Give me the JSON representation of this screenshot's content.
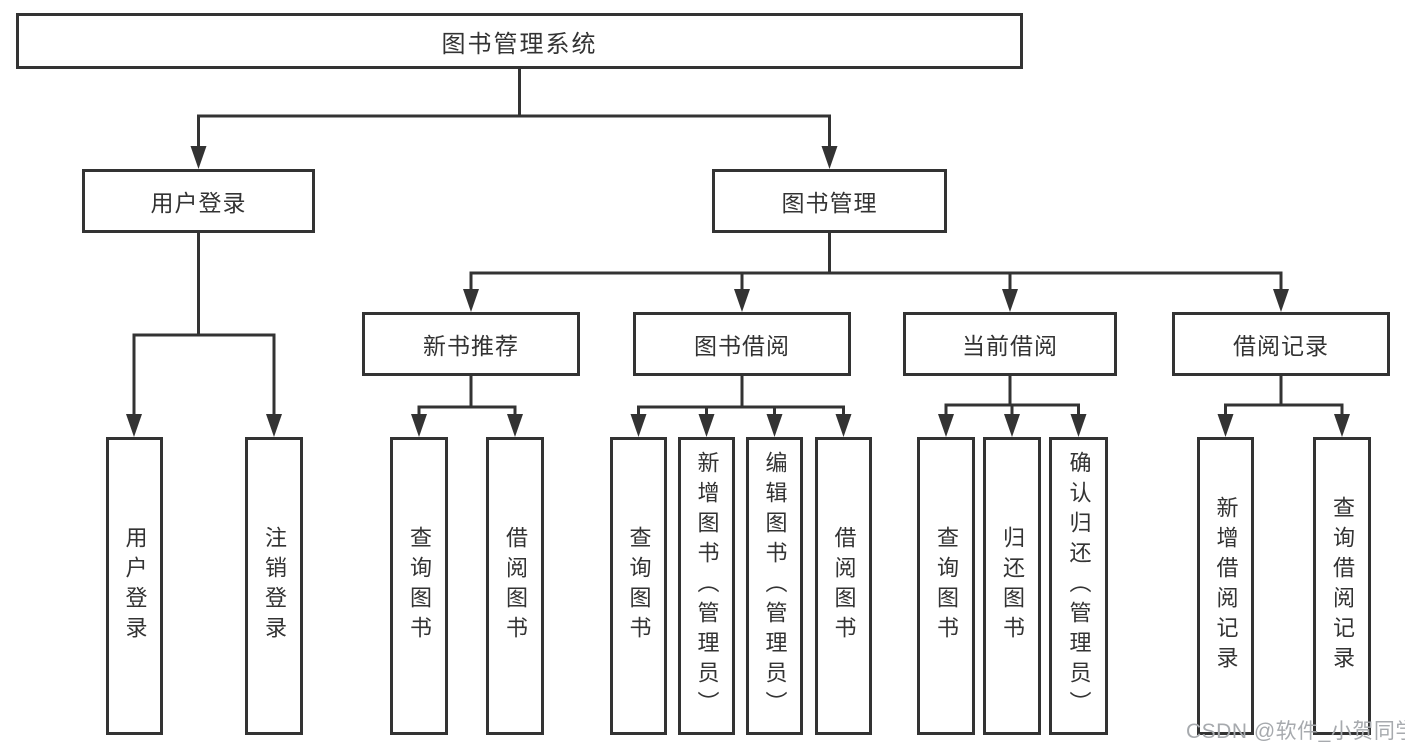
{
  "tree": {
    "label": "图书管理系统",
    "children": [
      {
        "label": "用户登录",
        "children": [
          {
            "label": "用户登录"
          },
          {
            "label": "注销登录"
          }
        ]
      },
      {
        "label": "图书管理",
        "children": [
          {
            "label": "新书推荐",
            "children": [
              {
                "label": "查询图书"
              },
              {
                "label": "借阅图书"
              }
            ]
          },
          {
            "label": "图书借阅",
            "children": [
              {
                "label": "查询图书"
              },
              {
                "label": "新增图书（管理员）"
              },
              {
                "label": "编辑图书（管理员）"
              },
              {
                "label": "借阅图书"
              }
            ]
          },
          {
            "label": "当前借阅",
            "children": [
              {
                "label": "查询图书"
              },
              {
                "label": "归还图书"
              },
              {
                "label": "确认归还（管理员）"
              }
            ]
          },
          {
            "label": "借阅记录",
            "children": [
              {
                "label": "新增借阅记录"
              },
              {
                "label": "查询借阅记录"
              }
            ]
          }
        ]
      }
    ]
  },
  "watermark": "CSDN @软件_小贺同学",
  "colors": {
    "line": "#333333",
    "text": "#333333",
    "background": "#ffffff",
    "watermark": "#a7aaae"
  }
}
